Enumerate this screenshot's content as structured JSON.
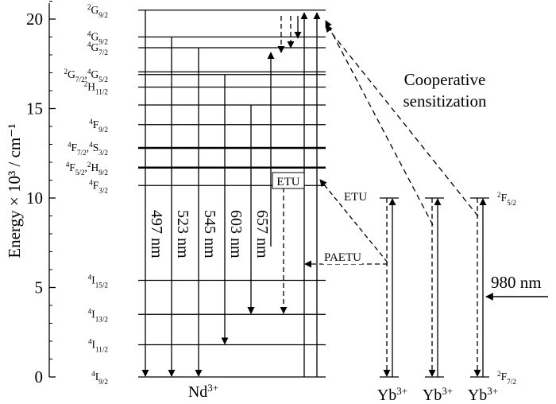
{
  "y_axis": {
    "label": "Energy × 10³ / cm⁻¹",
    "range": [
      0,
      21
    ],
    "ticks": [
      {
        "value": 0,
        "label": "0"
      },
      {
        "value": 5,
        "label": "5"
      },
      {
        "value": 10,
        "label": "10"
      },
      {
        "value": 15,
        "label": "15"
      },
      {
        "value": 20,
        "label": "20"
      }
    ],
    "minor_step": 1
  },
  "nd_levels": [
    {
      "energy": 0.0,
      "label": [
        [
          "4",
          "I",
          "9/2"
        ]
      ],
      "thick": false
    },
    {
      "energy": 1.8,
      "label": [
        [
          "4",
          "I",
          "11/2"
        ]
      ],
      "thick": false
    },
    {
      "energy": 3.5,
      "label": [
        [
          "4",
          "I",
          "13/2"
        ]
      ],
      "thick": false
    },
    {
      "energy": 5.4,
      "label": [
        [
          "4",
          "I",
          "15/2"
        ]
      ],
      "thick": false
    },
    {
      "energy": 10.7,
      "label": [
        [
          "4",
          "F",
          "3/2"
        ]
      ],
      "thick": false
    },
    {
      "energy": 11.7,
      "label": [
        [
          "4",
          "F",
          "5/2"
        ],
        [
          "2",
          "H",
          "9/2"
        ]
      ],
      "thick": true
    },
    {
      "energy": 12.8,
      "label": [
        [
          "4",
          "F",
          "7/2"
        ],
        [
          "4",
          "S",
          "3/2"
        ]
      ],
      "thick": true
    },
    {
      "energy": 14.1,
      "label": [
        [
          "4",
          "F",
          "9/2"
        ]
      ],
      "thick": false
    },
    {
      "energy": 15.2,
      "label": [],
      "thick": false
    },
    {
      "energy": 16.2,
      "label": [
        [
          "2",
          "H",
          "11/2"
        ]
      ],
      "thick": false
    },
    {
      "energy": 16.9,
      "label": [
        [
          "2",
          "G",
          "7/2"
        ],
        [
          "4",
          "G",
          "5/2"
        ]
      ],
      "thick": false
    },
    {
      "energy": 17.05,
      "label": [],
      "thick": false
    },
    {
      "energy": 18.4,
      "label": [
        [
          "4",
          "G",
          "7/2"
        ]
      ],
      "thick": false
    },
    {
      "energy": 19.0,
      "label": [
        [
          "4",
          "G",
          "9/2"
        ]
      ],
      "thick": false
    },
    {
      "energy": 20.5,
      "label": [
        [
          "2",
          "G",
          "9/2"
        ]
      ],
      "thick": false
    }
  ],
  "emissions": [
    {
      "label": "497 nm",
      "from": 20.5,
      "to": 0.0
    },
    {
      "label": "523 nm",
      "from": 19.0,
      "to": 0.0
    },
    {
      "label": "545 nm",
      "from": 18.4,
      "to": 0.0
    },
    {
      "label": "603 nm",
      "from": 16.9,
      "to": 1.8
    },
    {
      "label": "657 nm",
      "from": 15.2,
      "to": 3.5
    }
  ],
  "nd_label": {
    "base": "Nd",
    "sup": "3+"
  },
  "yb_label": {
    "base": "Yb",
    "sup": "3+"
  },
  "yb_levels": [
    {
      "energy": 0.0,
      "label": [
        [
          "2",
          "F",
          "7/2"
        ]
      ]
    },
    {
      "energy": 10.0,
      "label": [
        [
          "2",
          "F",
          "5/2"
        ]
      ]
    }
  ],
  "annotations": {
    "etu_box": "ETU",
    "etu_side": "ETU",
    "paetu": "PAETU",
    "cooperative_line1": "Cooperative",
    "cooperative_line2": "sensitization",
    "pump": "980 nm"
  }
}
